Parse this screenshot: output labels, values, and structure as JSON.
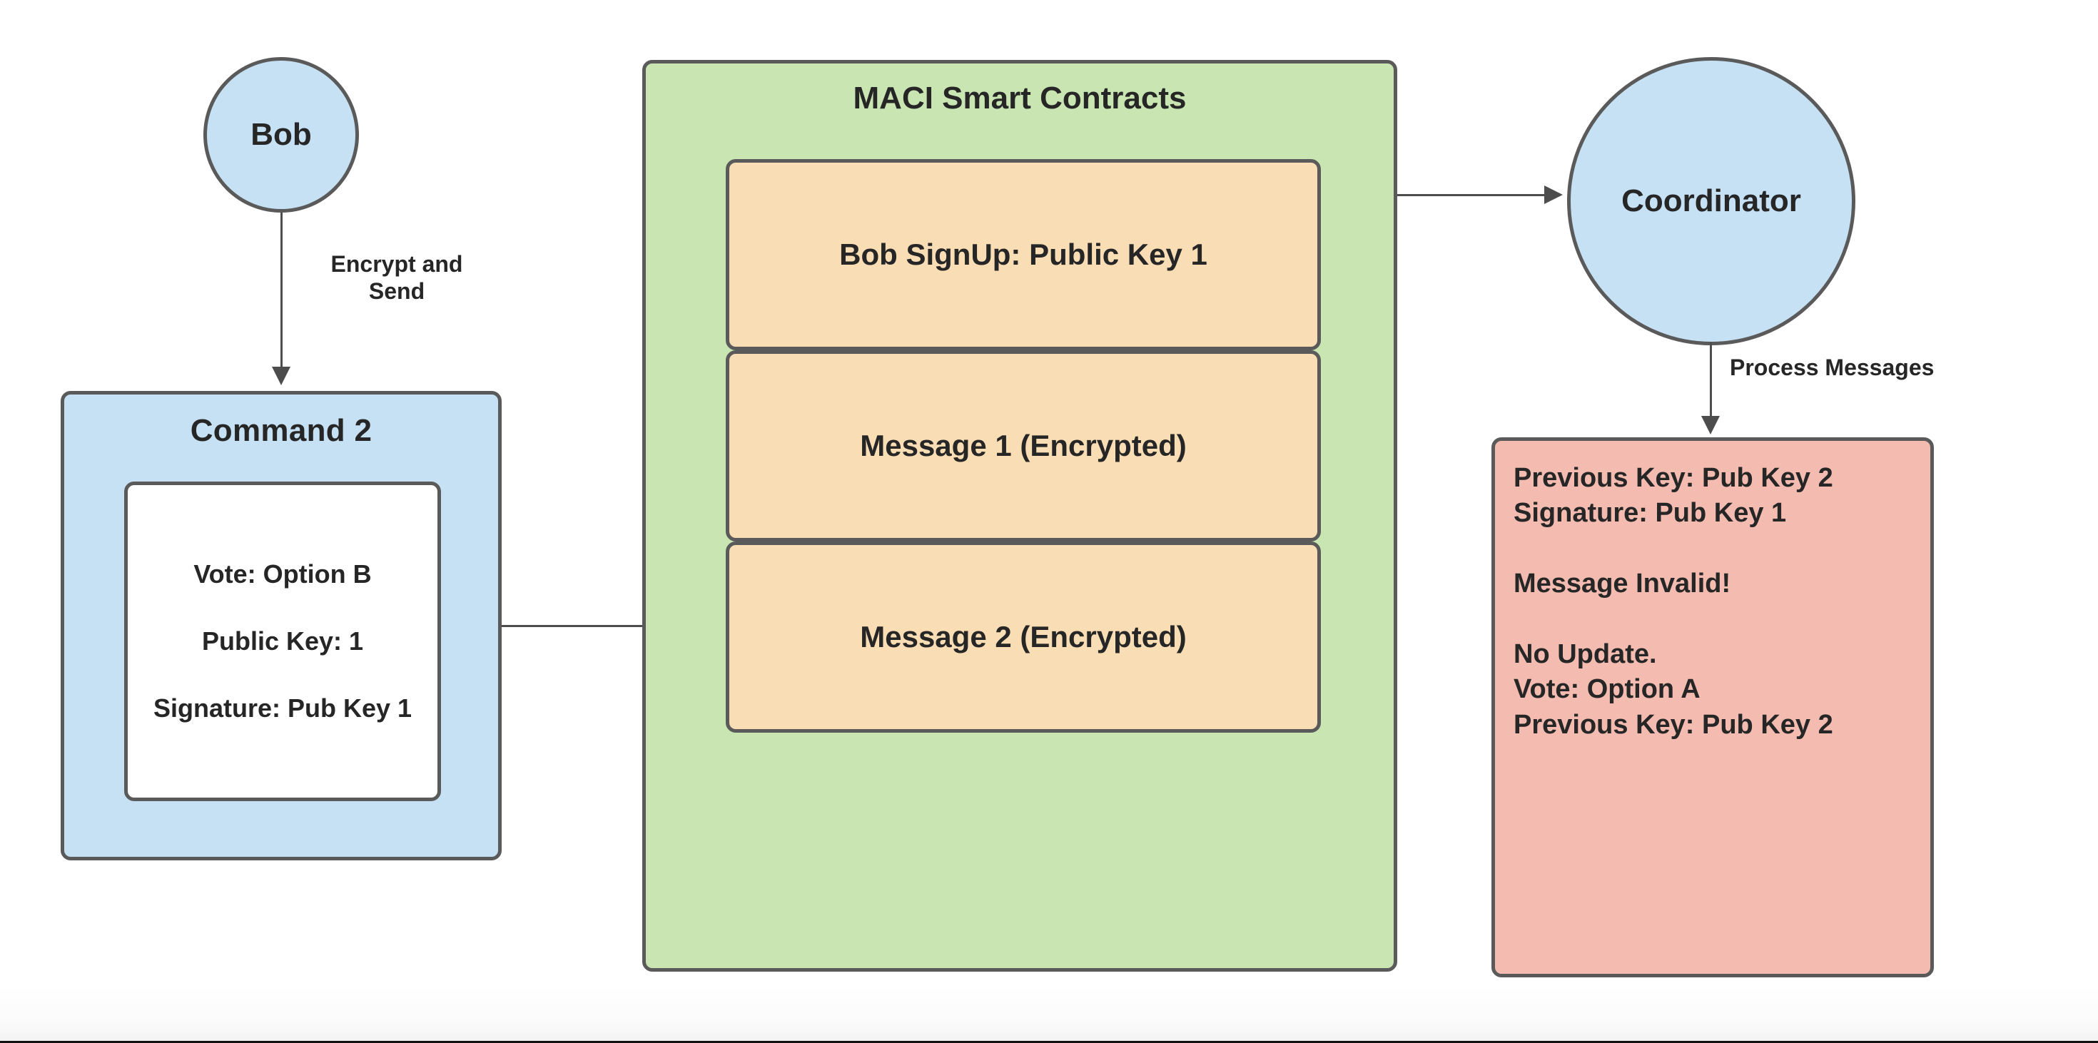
{
  "diagram": {
    "title": "MACI vote-invalidation flow",
    "colors": {
      "actor_fill": "#c6e0f4",
      "container_fill": "#c9e6b2",
      "message_fill": "#f9ddb4",
      "result_fill": "#f4bcb0",
      "stroke": "#5a5a5a",
      "connector": "#4d4d4d",
      "text": "#262626",
      "inner_fill": "#ffffff",
      "background": "#ffffff"
    }
  },
  "nodes": {
    "bob": {
      "label": "Bob"
    },
    "command": {
      "title": "Command 2",
      "fields": [
        "Vote: Option B",
        "Public Key: 1",
        "Signature: Pub Key 1"
      ]
    },
    "maci": {
      "title": "MACI Smart Contracts",
      "items": [
        {
          "label": "Bob SignUp: Public Key 1"
        },
        {
          "label": "Message 1 (Encrypted)"
        },
        {
          "label": "Message 2 (Encrypted)"
        }
      ]
    },
    "coordinator": {
      "label": "Coordinator"
    },
    "result": {
      "text": "Previous Key: Pub Key 2\nSignature: Pub Key 1\n\nMessage Invalid!\n\nNo Update.\nVote: Option A\nPrevious Key: Pub Key 2"
    }
  },
  "edges": {
    "bob_to_command": {
      "label": "Encrypt and\nSend"
    },
    "command_to_message2": {
      "label": ""
    },
    "maci_to_coordinator": {
      "label": ""
    },
    "coordinator_to_result": {
      "label": "Process Messages"
    }
  }
}
